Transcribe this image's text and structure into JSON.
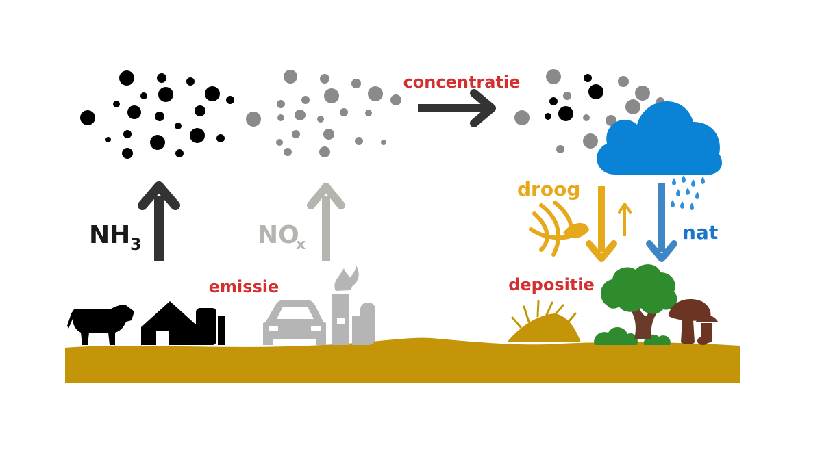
{
  "labels": {
    "concentration": "concentratie",
    "emission": "emissie",
    "deposition": "depositie",
    "nh3_main": "NH",
    "nh3_sub": "3",
    "nox_main": "NO",
    "nox_sub": "x",
    "dry": "droog",
    "wet": "nat"
  },
  "colors": {
    "ground": "#c49509",
    "nh3": "#000000",
    "nox": "#8a8a8a",
    "arrow_dark": "#333333",
    "arrow_grey": "#b5b5b0",
    "cloud": "#0a82d6",
    "dry": "#e6a91c",
    "wet": "#3f86c6",
    "tree_green": "#2e8b2e",
    "trunk": "#6b3b2a",
    "mushroom": "#6b3423",
    "red_text": "#d32f2f"
  },
  "icons": [
    "cow-icon",
    "farm-barn-icon",
    "car-icon",
    "factory-icon",
    "cloud-icon",
    "rain-drops-icon",
    "wind-leaf-icon",
    "grass-icon",
    "tree-icon",
    "bush-icon",
    "mushroom-icon"
  ]
}
